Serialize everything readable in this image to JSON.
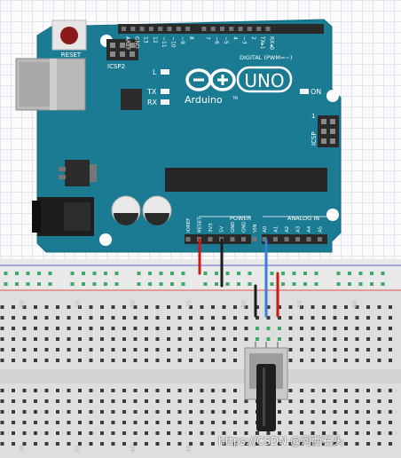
{
  "board": {
    "reset_label": "RESET",
    "icsp2_label": "ICSP2",
    "icsp_label": "ICSP",
    "icsp_pin_label": "1",
    "led_l": "L",
    "led_tx": "TX",
    "led_rx": "RX",
    "led_on": "ON",
    "logo_text": "Arduino",
    "logo_tm": "TM",
    "model": "UNO",
    "digital_label": "DIGITAL (PWM=~)",
    "power_label": "POWER",
    "analog_label": "ANALOG IN",
    "top_pins": [
      "AREF",
      "GND",
      "13",
      "12",
      "~11",
      "~10",
      "~9",
      "8",
      "7",
      "~6",
      "~5",
      "4",
      "~3",
      "2",
      "TX▸1",
      "RX◂0"
    ],
    "power_pins": [
      "IOREF",
      "RESET",
      "3V3",
      "5V",
      "GND",
      "GND",
      "VIN"
    ],
    "analog_pins": [
      "A0",
      "A1",
      "A2",
      "A3",
      "A4",
      "A5"
    ]
  },
  "breadboard": {
    "column_numbers": [
      "30",
      "35",
      "40",
      "45",
      "50",
      "55",
      "60"
    ]
  },
  "wires": {
    "colors": {
      "red": "#cc1a14",
      "black": "#1c1c1c",
      "blue": "#3a7fd5",
      "rail_red": "#d84a4a",
      "rail_blue": "#5a63c8"
    }
  },
  "watermark": "https://CSDN @河西石头"
}
